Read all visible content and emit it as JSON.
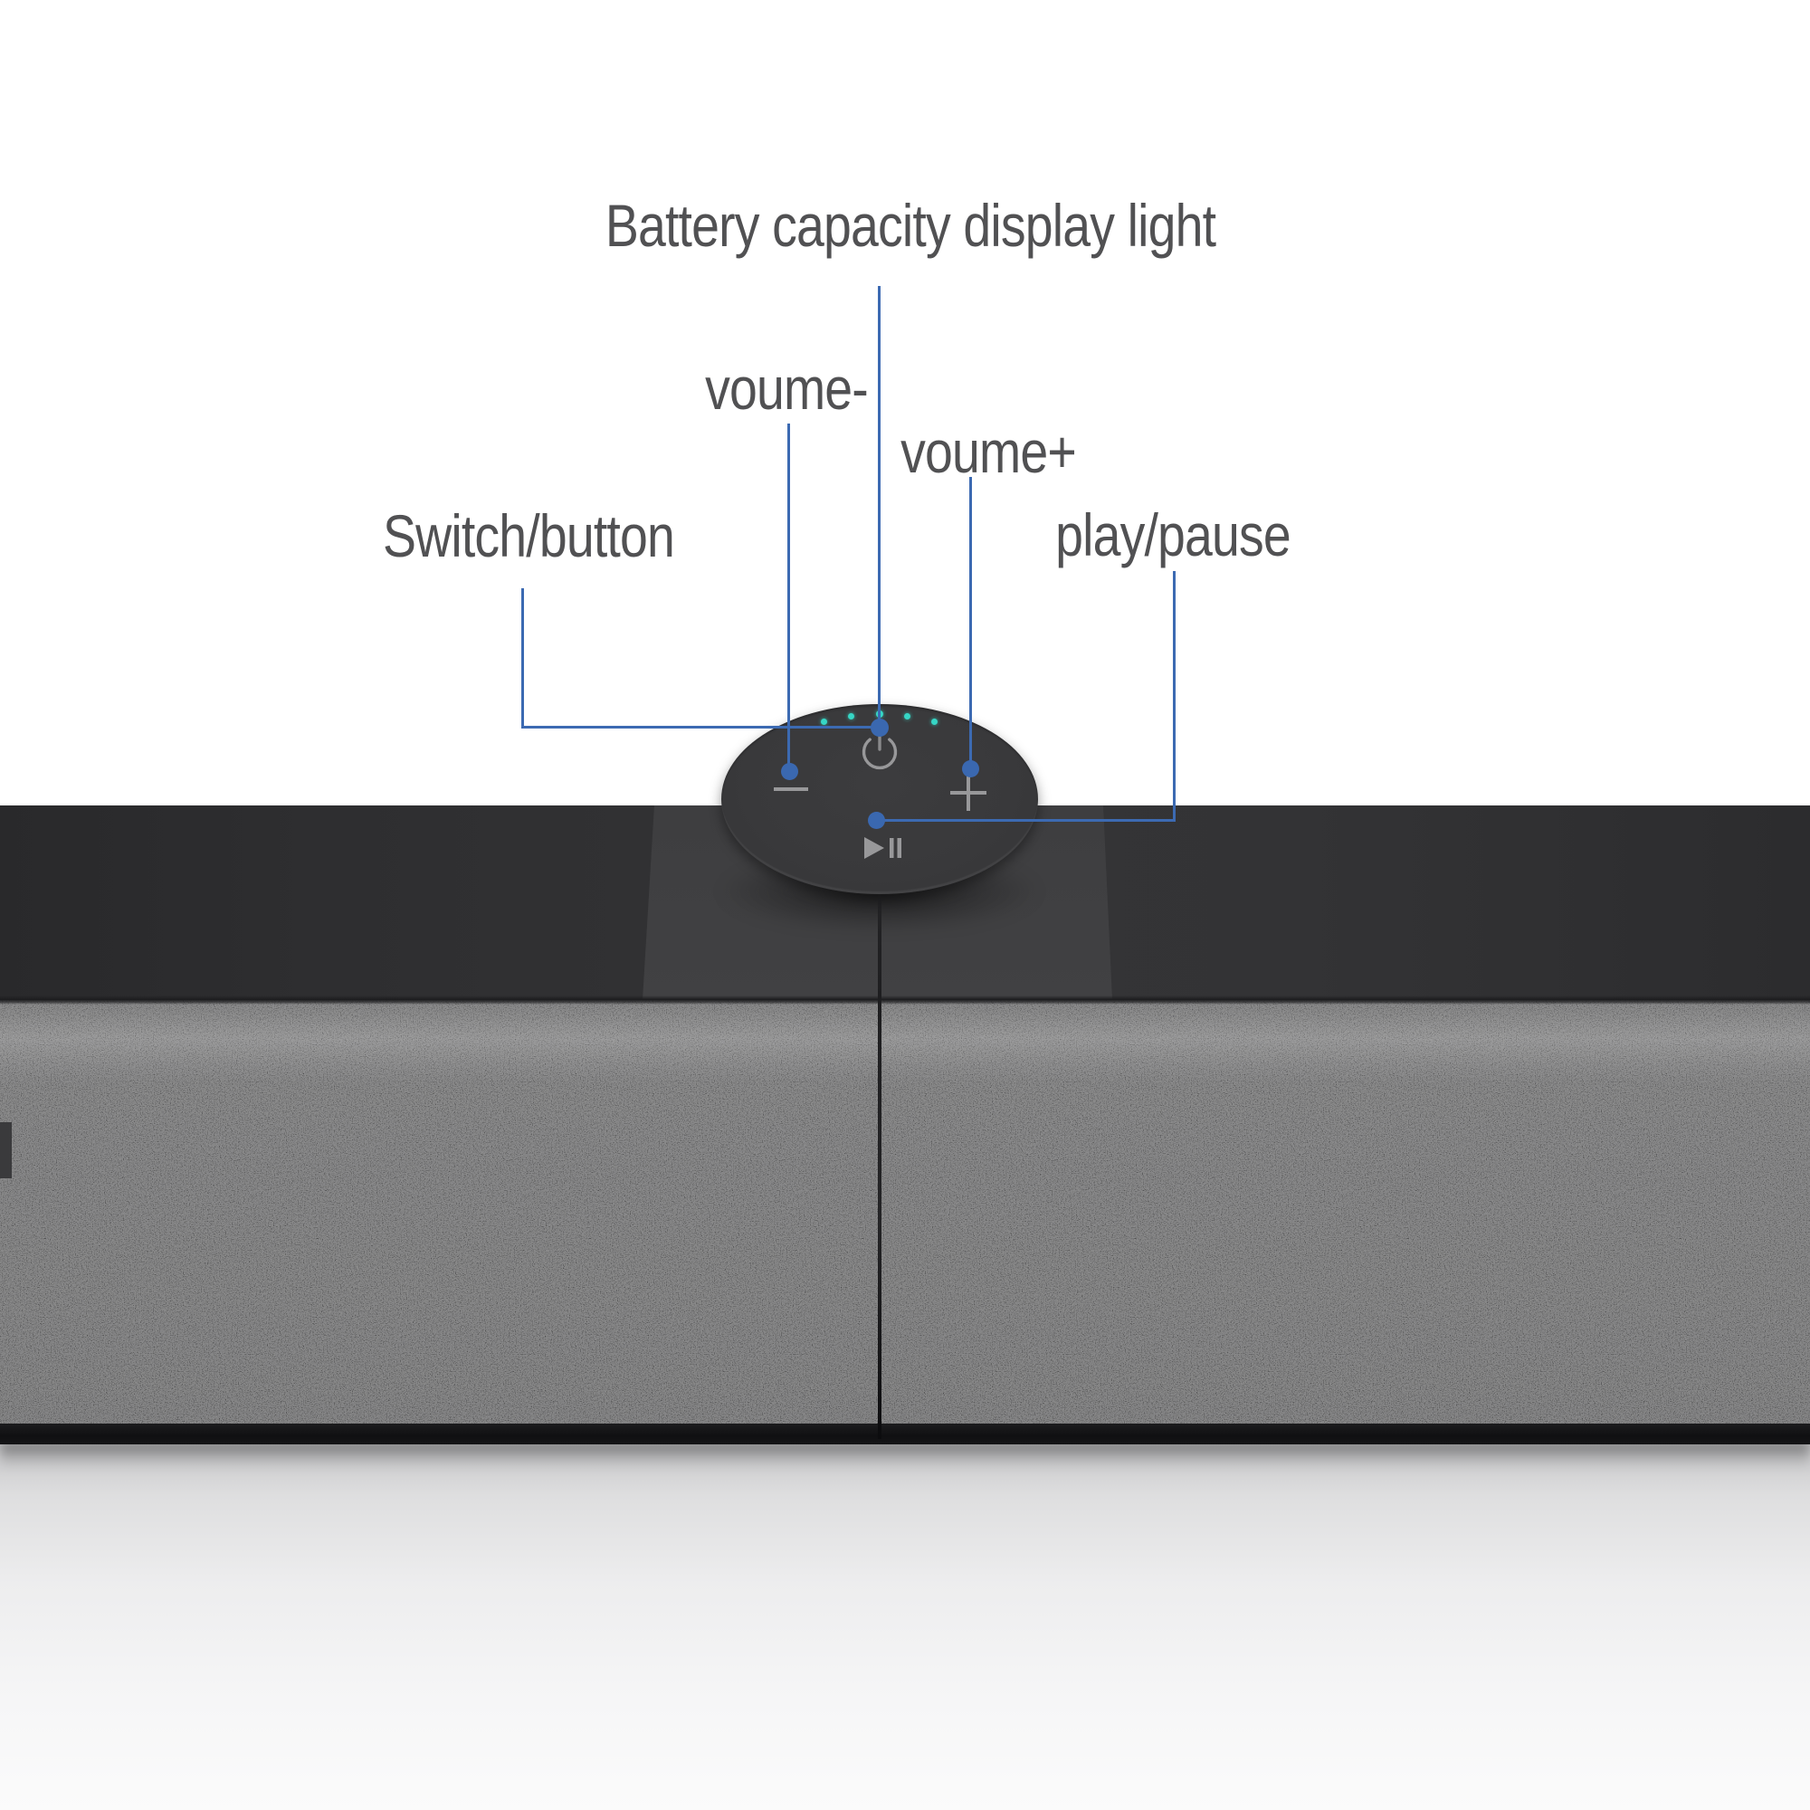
{
  "labels": {
    "battery": "Battery capacity display light",
    "volume_down": "voume-",
    "volume_up": "voume+",
    "switch": "Switch/button",
    "play_pause": "play/pause"
  },
  "device": {
    "type": "soundbar speaker, two halves with center control disc",
    "control_panel": {
      "battery_led_count": 5,
      "buttons": [
        {
          "icon": "power-icon",
          "annotation": "Switch/button"
        },
        {
          "icon": "volume-down-icon",
          "annotation": "voume-"
        },
        {
          "icon": "volume-up-icon",
          "annotation": "voume+"
        },
        {
          "icon": "play-pause-icon",
          "annotation": "play/pause"
        }
      ]
    }
  },
  "colors": {
    "annotation_blue": "#3c6ab2",
    "led_teal": "#36d6c5",
    "icon_gray": "#98989a",
    "label_text": "#515153",
    "panel_dark": "#2e2e30",
    "disc_gray": "#3a3a3c",
    "fabric_gray": "#58585a",
    "background": "#ffffff"
  }
}
